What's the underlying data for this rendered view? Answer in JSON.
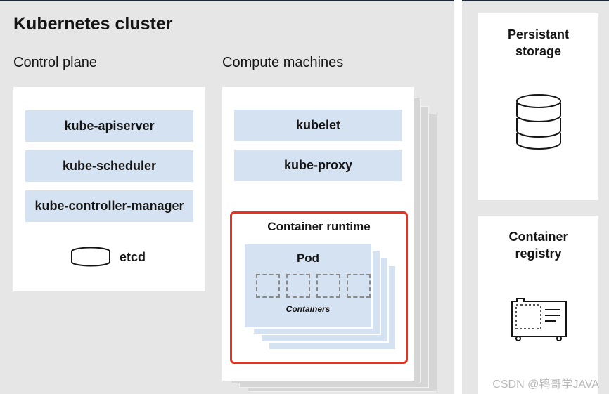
{
  "cluster": {
    "title": "Kubernetes cluster"
  },
  "control_plane": {
    "title": "Control plane",
    "components": [
      "kube-apiserver",
      "kube-scheduler",
      "kube-controller-manager"
    ],
    "etcd_label": "etcd"
  },
  "compute": {
    "title": "Compute machines",
    "components": [
      "kubelet",
      "kube-proxy"
    ],
    "runtime_title": "Container runtime",
    "pod_title": "Pod",
    "containers_label": "Containers"
  },
  "storage": {
    "line1": "Persistant",
    "line2": "storage"
  },
  "registry": {
    "line1": "Container",
    "line2": "registry"
  },
  "watermark": "CSDN @鸨哥学JAVA",
  "colors": {
    "component_fill": "#d4e2f2",
    "runtime_border": "#e8321f",
    "background": "#e6e6e6"
  },
  "icons": [
    "database-icon",
    "etcd-disk-icon",
    "registry-card-icon"
  ]
}
